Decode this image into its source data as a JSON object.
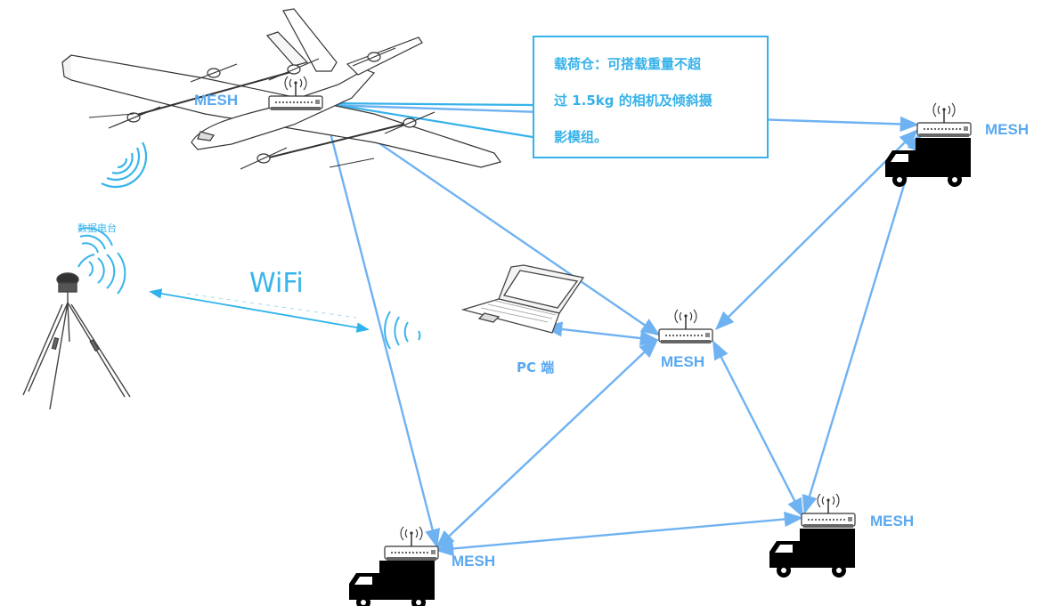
{
  "callout": {
    "line1": "载荷仓：可搭载重量不超",
    "line2": "过 1.5kg 的相机及倾斜摄",
    "line3": "影模组。"
  },
  "labels": {
    "mesh": "MESH",
    "wifi": "WiFi",
    "radio": "数据电台",
    "pc": "PC 端"
  },
  "colors": {
    "link": "#6fb2f2",
    "wifi": "#2fb3ea",
    "callout_border": "#36b2ea",
    "vehicle": "#000000"
  },
  "icons": [
    "drone-icon",
    "router-icon",
    "truck-icon",
    "laptop-icon",
    "tripod-radio-icon",
    "signal-waves-icon"
  ]
}
